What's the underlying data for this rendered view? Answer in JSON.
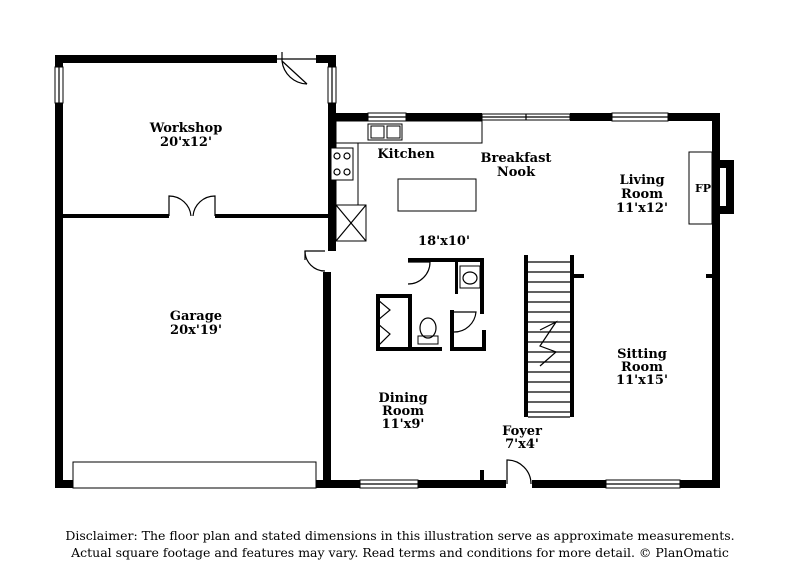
{
  "rooms": {
    "workshop": {
      "name": "Workshop",
      "dims": "20'x12'"
    },
    "garage": {
      "name": "Garage",
      "dims": "20x'19'"
    },
    "kitchen": {
      "name": "Kitchen"
    },
    "breakfast_nook": {
      "line1": "Breakfast",
      "line2": "Nook"
    },
    "living_room": {
      "line1": "Living",
      "line2": "Room",
      "dims": "11'x12'"
    },
    "fireplace": {
      "label": "FP"
    },
    "kitchen_area": {
      "dims": "18'x10'"
    },
    "dining_room": {
      "line1": "Dining",
      "line2": "Room",
      "dims": "11'x9'"
    },
    "sitting_room": {
      "line1": "Sitting",
      "line2": "Room",
      "dims": "11'x15'"
    },
    "foyer": {
      "name": "Foyer",
      "dims": "7'x4'"
    }
  },
  "disclaimer": {
    "line1": "Disclaimer: The floor plan and stated dimensions in this illustration serve as approximate measurements.",
    "line2": "Actual square footage and features may vary. Read terms and conditions for more detail. © PlanOmatic"
  }
}
